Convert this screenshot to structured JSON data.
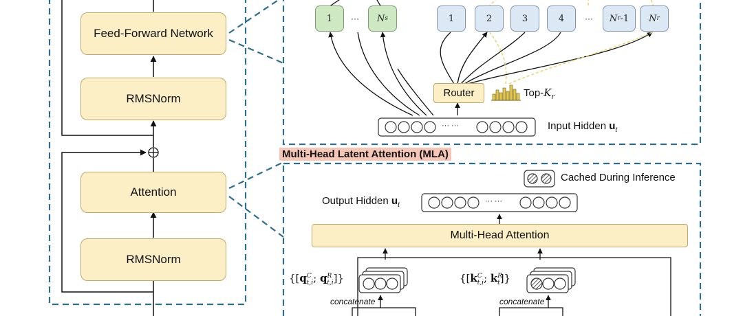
{
  "left_stack": {
    "ffn_label": "Feed-Forward Network",
    "rmsnorm_top_label": "RMSNorm",
    "attention_label": "Attention",
    "rmsnorm_bottom_label": "RMSNorm",
    "add_symbol": "⊕"
  },
  "moe": {
    "shared_experts": [
      "1",
      "···",
      "N_s"
    ],
    "shared_first": "1",
    "shared_dots": "···",
    "shared_last": "N",
    "shared_last_sub": "s",
    "routed_labels": [
      "1",
      "2",
      "3",
      "4"
    ],
    "routed_dots": "···",
    "routed_penult": "N",
    "routed_penult_sub": "r",
    "routed_penult_suffix": "-1",
    "routed_last": "N",
    "routed_last_sub": "r",
    "router_label": "Router",
    "topk_label": "Top-",
    "topk_k": "K",
    "topk_sub": "r",
    "input_hidden_label": "Input Hidden ",
    "input_hidden_var": "u",
    "input_hidden_sub": "t",
    "vector_dots": "··· ···"
  },
  "mla": {
    "title": "Multi-Head Latent Attention (MLA)",
    "cached_label": "Cached During Inference",
    "output_hidden_label": "Output Hidden ",
    "output_hidden_var": "u",
    "output_hidden_sub": "t",
    "mha_label": "Multi-Head Attention",
    "q_concat_label": "{[q",
    "q_text": "{[qC t,i; qR t,i]}",
    "k_text": "{[kC t,i; kR t]}",
    "concatenate_label_q": "concatenate",
    "concatenate_label_k": "concatenate"
  },
  "colors": {
    "block_fill": "#fcefc6",
    "shared_fill": "#cfe8c4",
    "routed_fill": "#dde8f5",
    "dashed_border": "#2d6e8e",
    "mla_title_bg": "#f6c7b7",
    "selection_lines": "#e8d36a"
  }
}
